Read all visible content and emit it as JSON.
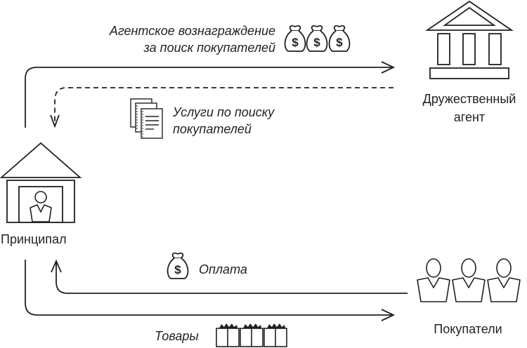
{
  "nodes": {
    "principal": {
      "label": "Принципал",
      "icon": "house-with-person-icon"
    },
    "friendly_agent": {
      "label_line1": "Дружественный",
      "label_line2": "агент",
      "icon": "bank-building-icon"
    },
    "buyers": {
      "label": "Покупатели",
      "icon": "people-group-icon"
    }
  },
  "flows": {
    "agent_fee": {
      "label_line1": "Агентское вознаграждение",
      "label_line2": "за поиск покупателей",
      "from": "principal",
      "to": "friendly_agent",
      "style": "solid",
      "icons": [
        "money-bag-icon",
        "money-bag-icon",
        "money-bag-icon"
      ]
    },
    "search_services": {
      "label_line1": "Услуги по поиску",
      "label_line2": "покупателей",
      "from": "friendly_agent",
      "to": "principal",
      "style": "dashed",
      "icon": "documents-icon"
    },
    "payment": {
      "label": "Оплата",
      "from": "buyers",
      "to": "principal",
      "style": "solid",
      "icon": "money-bag-icon"
    },
    "goods": {
      "label": "Товары",
      "from": "principal",
      "to": "buyers",
      "style": "solid",
      "icons": [
        "gift-box-icon",
        "gift-box-icon",
        "gift-box-icon"
      ]
    }
  },
  "colors": {
    "stroke": "#231f20",
    "background": "#ffffff"
  }
}
